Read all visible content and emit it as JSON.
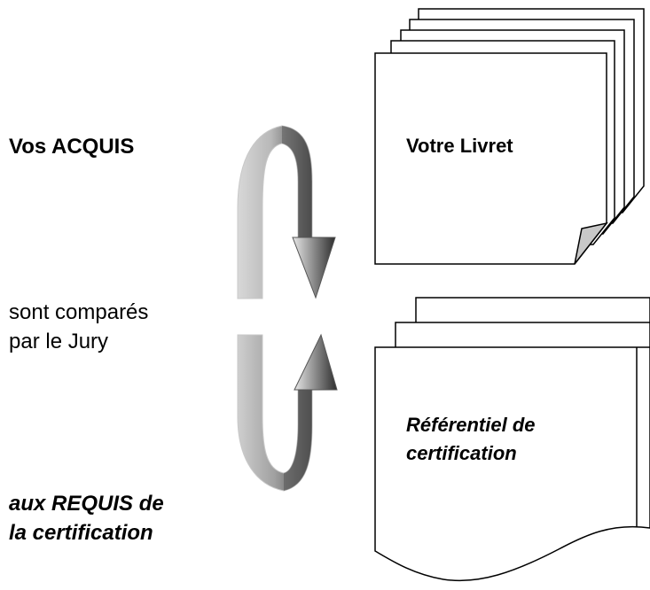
{
  "labels": {
    "acquis": "Vos ACQUIS",
    "compares_line1": "sont comparés",
    "compares_line2": "par le Jury",
    "requis_line1": "aux REQUIS de",
    "requis_line2": "la certification"
  },
  "livret": {
    "title": "Votre Livret"
  },
  "referentiel": {
    "title_line1": "Référentiel de",
    "title_line2": "certification"
  }
}
